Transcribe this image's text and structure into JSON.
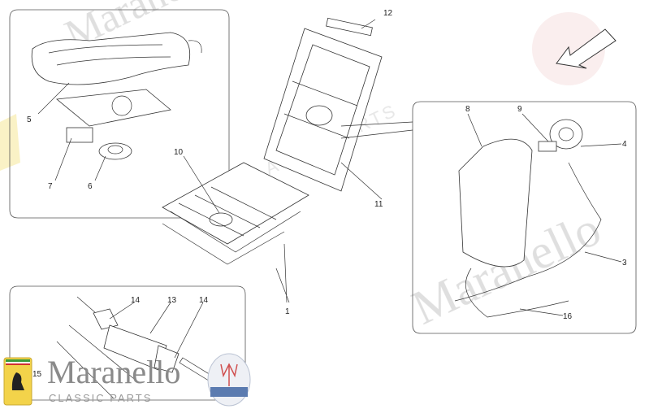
{
  "watermark": {
    "brand": "Maranello",
    "sub": "CLASSIC PARTS"
  },
  "logo": {
    "brand": "Maranello",
    "sub": "CLASSIC PARTS",
    "badge_left": "Ferrari",
    "badge_right": "MASERATI"
  },
  "callouts": {
    "c1": "1",
    "c3": "3",
    "c4": "4",
    "c5": "5",
    "c6": "6",
    "c7": "7",
    "c8": "8",
    "c9": "9",
    "c10": "10",
    "c11": "11",
    "c12": "12",
    "c13": "13",
    "c14a": "14",
    "c14b": "14",
    "c15": "15",
    "c16": "16"
  },
  "colors": {
    "line": "#333333",
    "watermark": "#d8d8d8",
    "ferrari_yellow": "#f3d34a",
    "maserati_blue": "#5b7bb0"
  }
}
